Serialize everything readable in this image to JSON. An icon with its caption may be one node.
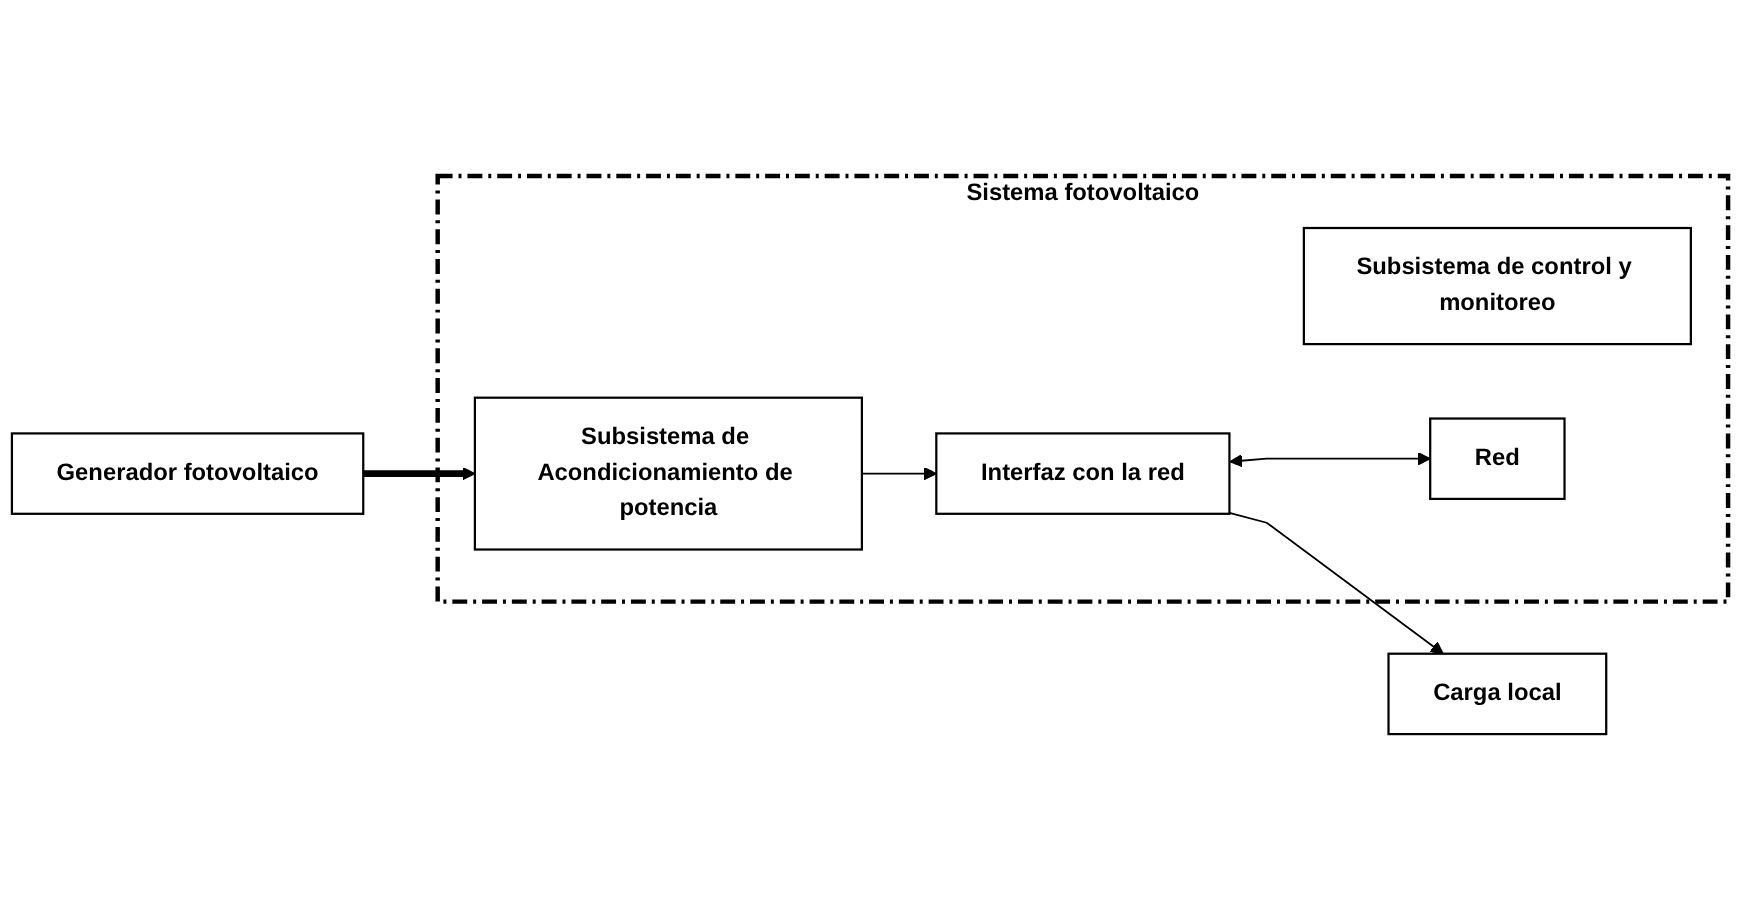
{
  "diagram": {
    "nodes": [
      {
        "text": [
          "Sistema fotovoltaico"
        ]
      },
      {
        "text": [
          "Subsistema de control y monitoreo"
        ],
        "in": 0
      },
      {
        "text": [
          "Generador fotovoltaico"
        ]
      },
      {
        "text": [
          "Subsistema de Acondicionamiento de potencia"
        ],
        "in": 0
      },
      {
        "text": [
          "Interfaz con la red"
        ],
        "in": 0
      },
      {
        "text": [
          "Red"
        ],
        "in": 0
      },
      {
        "text": [
          "Carga local"
        ]
      }
    ],
    "edges": [
      {
        "from": 2,
        "to": 3,
        "arrow": "to",
        "style": "thick"
      },
      {
        "from": 3,
        "to": 4,
        "arrow": "to"
      },
      {
        "from": 4,
        "to": 5,
        "arrow": "both"
      },
      {
        "from": 4,
        "to": 6,
        "arrow": "to"
      }
    ]
  }
}
